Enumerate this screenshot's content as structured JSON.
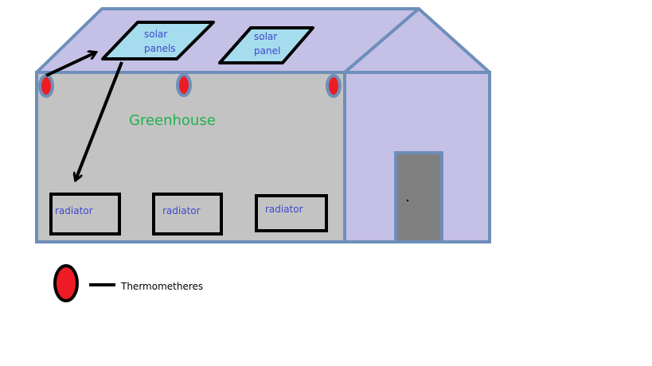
{
  "labels": {
    "solar_panel_1": [
      "solar",
      "panels"
    ],
    "solar_panel_2": [
      "solar",
      "panel"
    ],
    "greenhouse": "Greenhouse",
    "radiators": [
      "radiator",
      "radiator",
      "radiator"
    ],
    "legend_thermometer": "Thermometheres"
  },
  "colors": {
    "roof_and_annex": "#c5c0e6",
    "outline": "#6d8fba",
    "greenhouse_wall": "#c3c3c3",
    "solar_panel": "#a5dcee",
    "thermometer": "#ed1c24",
    "door": "#808080",
    "greenhouse_text": "#22b14c",
    "label_text": "#3f48cc",
    "arrow": "#000000"
  }
}
